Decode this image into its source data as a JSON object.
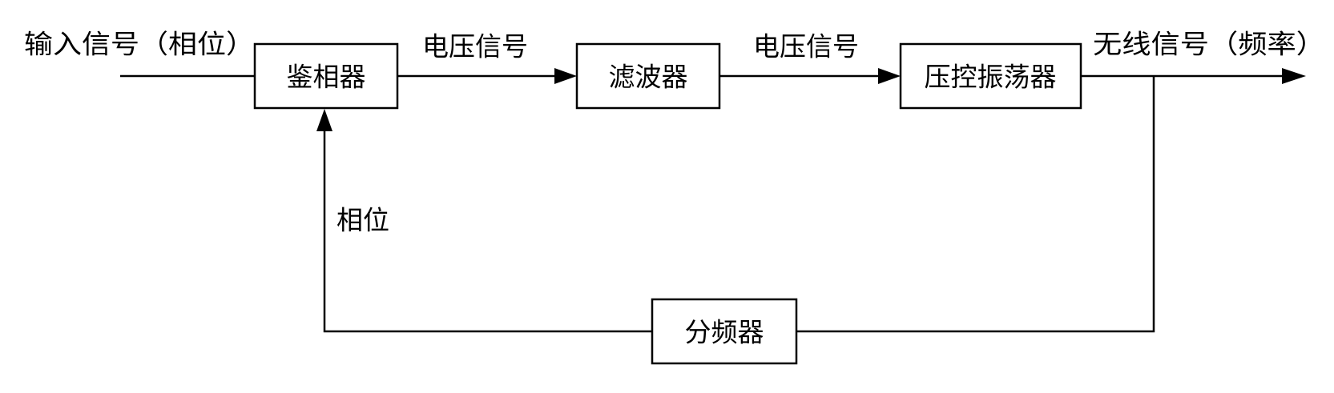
{
  "blocks": {
    "phase_detector": "鉴相器",
    "loop_filter": "滤波器",
    "vco": "压控振荡器",
    "frequency_divider": "分频器"
  },
  "signals": {
    "input": "输入信号（相位）",
    "detector_output": "电压信号",
    "filter_output": "电压信号",
    "output": "无线信号（频率）",
    "feedback": "相位"
  }
}
